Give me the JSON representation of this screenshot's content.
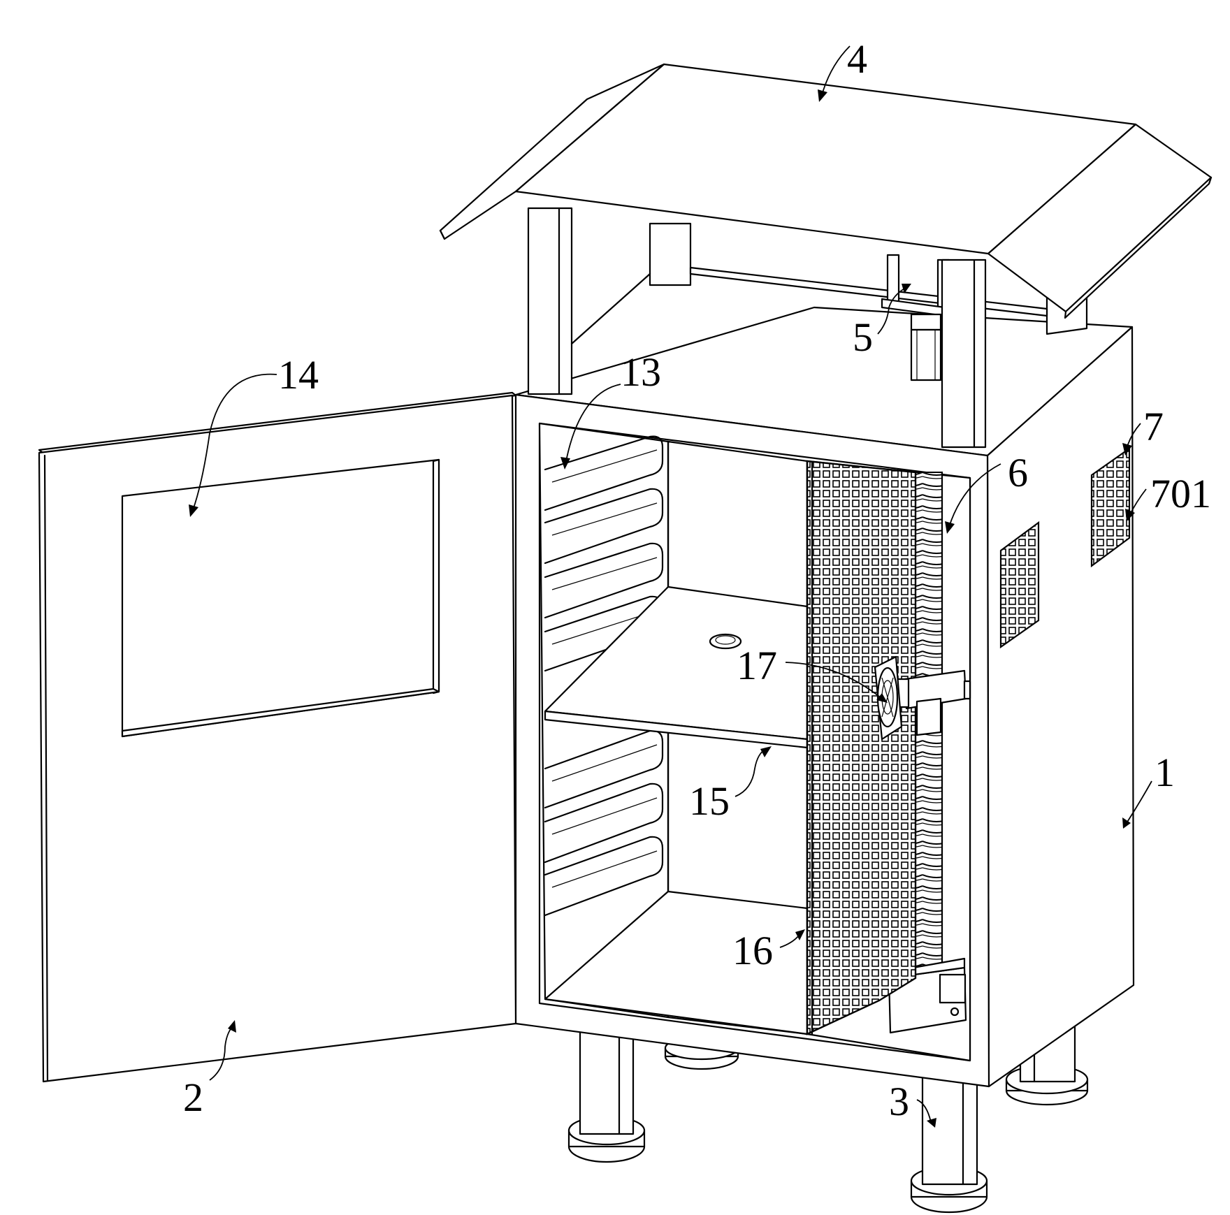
{
  "figure": {
    "labels": {
      "cabinet": "1",
      "door": "2",
      "leg": "3",
      "roof": "4",
      "motor": "5",
      "screw": "6",
      "vent": "7",
      "vent_mesh": "701",
      "rails": "13",
      "window": "14",
      "shelf": "15",
      "partition": "16",
      "fan": "17"
    }
  }
}
